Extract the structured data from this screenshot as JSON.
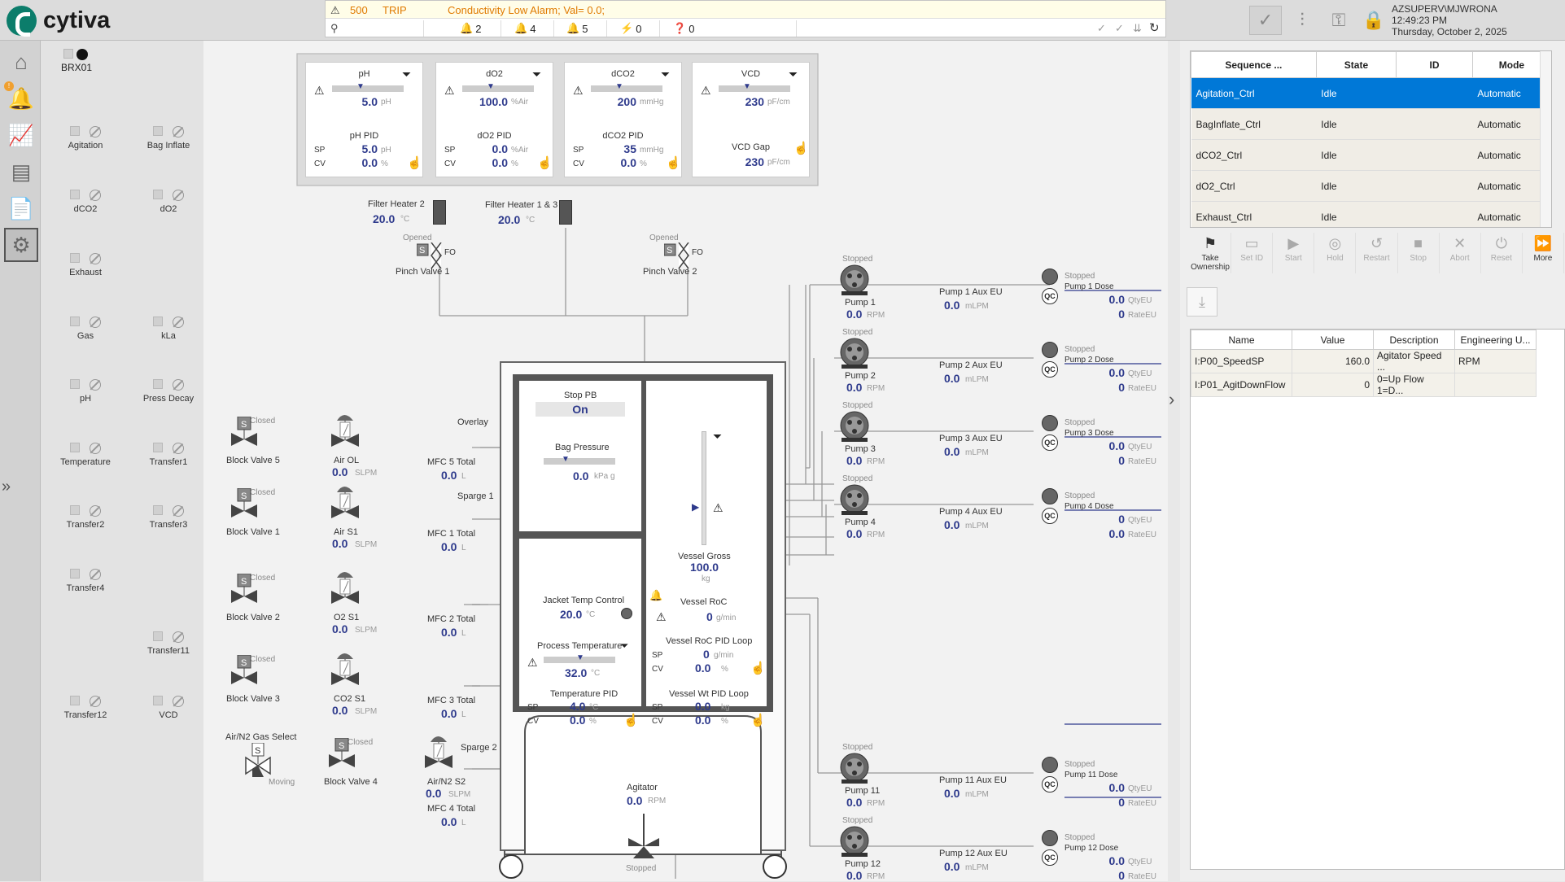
{
  "app": {
    "brand": "cytiva"
  },
  "alarm": {
    "code": "500",
    "type": "TRIP",
    "message": "Conductivity Low Alarm; Val= 0.0;",
    "counts": {
      "critical": "2",
      "high": "4",
      "low": "5",
      "events": "0",
      "unknown": "0"
    }
  },
  "user": {
    "name": "AZSUPERV\\MJWRONA",
    "time": "12:49:23 PM",
    "date": "Thursday, October 2, 2025"
  },
  "unit": {
    "name": "BRX01"
  },
  "left_items": [
    {
      "label": "Agitation"
    },
    {
      "label": "Bag Inflate"
    },
    {
      "label": "dCO2"
    },
    {
      "label": "dO2"
    },
    {
      "label": "Exhaust"
    },
    {
      "label": "Gas"
    },
    {
      "label": "kLa"
    },
    {
      "label": "pH"
    },
    {
      "label": "Press Decay"
    },
    {
      "label": "Temperature"
    },
    {
      "label": "Transfer1"
    },
    {
      "label": "Transfer2"
    },
    {
      "label": "Transfer3"
    },
    {
      "label": "Transfer4"
    },
    {
      "label": "Transfer11"
    },
    {
      "label": "Transfer12"
    },
    {
      "label": "VCD"
    }
  ],
  "faceplates": [
    {
      "title": "pH",
      "value": "5.0",
      "unit": "pH",
      "pid": "pH PID",
      "sp": "5.0",
      "sp_unit": "pH",
      "cv": "0.0",
      "cv_unit": "%"
    },
    {
      "title": "dO2",
      "value": "100.0",
      "unit": "%Air",
      "pid": "dO2 PID",
      "sp": "0.0",
      "sp_unit": "%Air",
      "cv": "0.0",
      "cv_unit": "%"
    },
    {
      "title": "dCO2",
      "value": "200",
      "unit": "mmHg",
      "pid": "dCO2 PID",
      "sp": "35",
      "sp_unit": "mmHg",
      "cv": "0.0",
      "cv_unit": "%"
    },
    {
      "title": "VCD",
      "value": "230",
      "unit": "pF/cm",
      "pid": "VCD Gap",
      "sp": "230",
      "sp_unit": "pF/cm"
    }
  ],
  "labels": {
    "sp": "SP",
    "cv": "CV",
    "stopped": "Stopped",
    "closed": "Closed",
    "opened": "Opened",
    "moving": "Moving",
    "fo": "FO",
    "s": "S",
    "qc": "QC"
  },
  "filters": [
    {
      "name": "Filter Heater 2",
      "value": "20.0",
      "unit": "°C"
    },
    {
      "name": "Filter Heater 1 & 3",
      "value": "20.0",
      "unit": "°C"
    }
  ],
  "pinch": [
    {
      "name": "Pinch Valve 1"
    },
    {
      "name": "Pinch Valve 2"
    }
  ],
  "gas_lines": [
    {
      "valve": "Block Valve 5",
      "mfc": "Air OL",
      "flow": "0.0",
      "flow_unit": "SLPM",
      "total_label": "MFC 5 Total",
      "total": "0.0",
      "total_unit": "L",
      "line": "Overlay"
    },
    {
      "valve": "Block Valve 1",
      "mfc": "Air S1",
      "flow": "0.0",
      "flow_unit": "SLPM",
      "total_label": "MFC 1 Total",
      "total": "0.0",
      "total_unit": "L",
      "line": "Sparge 1"
    },
    {
      "valve": "Block Valve 2",
      "mfc": "O2 S1",
      "flow": "0.0",
      "flow_unit": "SLPM",
      "total_label": "MFC 2 Total",
      "total": "0.0",
      "total_unit": "L"
    },
    {
      "valve": "Block Valve 3",
      "mfc": "CO2 S1",
      "flow": "0.0",
      "flow_unit": "SLPM",
      "total_label": "MFC 3 Total",
      "total": "0.0",
      "total_unit": "L"
    },
    {
      "valve": "Block Valve 4",
      "mfc": "Air/N2 S2",
      "flow": "0.0",
      "flow_unit": "SLPM",
      "total_label": "MFC 4 Total",
      "total": "0.0",
      "total_unit": "L",
      "line": "Sparge 2"
    }
  ],
  "gas_select": {
    "label": "Air/N2 Gas Select"
  },
  "vessel": {
    "stop_pb": "Stop PB",
    "stop_state": "On",
    "bag_pressure": "Bag Pressure",
    "bag_value": "0.0",
    "bag_unit": "kPa g",
    "vessel_gross": "Vessel Gross",
    "gross_value": "100.0",
    "gross_unit": "kg",
    "jacket": "Jacket Temp Control",
    "jacket_value": "20.0",
    "jacket_unit": "°C",
    "process_temp": "Process Temperature",
    "process_value": "32.0",
    "process_unit": "°C",
    "temp_pid": "Temperature PID",
    "temp_sp": "4.0",
    "temp_sp_unit": "°C",
    "temp_cv": "0.0",
    "temp_cv_unit": "%",
    "roc": "Vessel RoC",
    "roc_value": "0",
    "roc_unit": "g/min",
    "roc_pid": "Vessel RoC PID Loop",
    "roc_sp": "0",
    "roc_sp_unit": "g/min",
    "roc_cv": "0.0",
    "roc_cv_unit": "%",
    "wt_pid": "Vessel Wt PID Loop",
    "wt_sp": "0.0",
    "wt_sp_unit": "kg",
    "wt_cv": "0.0",
    "wt_cv_unit": "%",
    "agitator": "Agitator",
    "agit_value": "0.0",
    "agit_unit": "RPM",
    "agit_state": "Stopped"
  },
  "pumps": [
    {
      "name": "Pump 1",
      "rpm": "0.0",
      "aux": "Pump 1 Aux EU",
      "aux_value": "0.0",
      "aux_unit": "mLPM",
      "dose": "Pump 1 Dose",
      "qty": "0.0",
      "rate": "0"
    },
    {
      "name": "Pump 2",
      "rpm": "0.0",
      "aux": "Pump 2 Aux EU",
      "aux_value": "0.0",
      "aux_unit": "mLPM",
      "dose": "Pump 2 Dose",
      "qty": "0.0",
      "rate": "0"
    },
    {
      "name": "Pump 3",
      "rpm": "0.0",
      "aux": "Pump 3 Aux EU",
      "aux_value": "0.0",
      "aux_unit": "mLPM",
      "dose": "Pump 3 Dose",
      "qty": "0.0",
      "rate": "0"
    },
    {
      "name": "Pump 4",
      "rpm": "0.0",
      "aux": "Pump 4 Aux EU",
      "aux_value": "0.0",
      "aux_unit": "mLPM",
      "dose": "Pump 4 Dose",
      "qty": "0",
      "rate": "0.0"
    },
    {
      "name": "Pump 11",
      "rpm": "0.0",
      "aux": "Pump 11 Aux EU",
      "aux_value": "0.0",
      "aux_unit": "mLPM",
      "dose": "Pump 11 Dose",
      "qty": "0.0",
      "rate": "0"
    },
    {
      "name": "Pump 12",
      "rpm": "0.0",
      "aux": "Pump 12 Aux EU",
      "aux_value": "0.0",
      "aux_unit": "mLPM",
      "dose": "Pump 12 Dose",
      "qty": "0.0",
      "rate": "0"
    }
  ],
  "pump_units": {
    "rpm": "RPM",
    "qty": "QtyEU",
    "rate": "RateEU"
  },
  "sequences": {
    "headers": [
      "Sequence ...",
      "State",
      "ID",
      "Mode"
    ],
    "rows": [
      [
        "Agitation_Ctrl",
        "Idle",
        "",
        "Automatic"
      ],
      [
        "BagInflate_Ctrl",
        "Idle",
        "",
        "Automatic"
      ],
      [
        "dCO2_Ctrl",
        "Idle",
        "",
        "Automatic"
      ],
      [
        "dO2_Ctrl",
        "Idle",
        "",
        "Automatic"
      ],
      [
        "Exhaust_Ctrl",
        "Idle",
        "",
        "Automatic"
      ]
    ]
  },
  "seq_toolbar": [
    {
      "label": "Take Ownership",
      "icon": "ownership-icon"
    },
    {
      "label": "Set ID",
      "icon": "setid-icon"
    },
    {
      "label": "Start",
      "icon": "play-icon"
    },
    {
      "label": "Hold",
      "icon": "hold-icon"
    },
    {
      "label": "Restart",
      "icon": "restart-icon"
    },
    {
      "label": "Stop",
      "icon": "stop-icon"
    },
    {
      "label": "Abort",
      "icon": "abort-icon"
    },
    {
      "label": "Reset",
      "icon": "reset-icon"
    },
    {
      "label": "More",
      "icon": "more-icon"
    }
  ],
  "params": {
    "headers": [
      "Name",
      "Value",
      "Description",
      "Engineering U..."
    ],
    "rows": [
      [
        "I:P00_SpeedSP",
        "160.0",
        "Agitator Speed ...",
        "RPM"
      ],
      [
        "I:P01_AgitDownFlow",
        "0",
        "0=Up Flow 1=D...",
        ""
      ]
    ]
  },
  "colors": {
    "accent": "#0078d7",
    "value": "#2e3a8c",
    "brand": "#0c7d6b",
    "alarm": "#e07a00"
  }
}
